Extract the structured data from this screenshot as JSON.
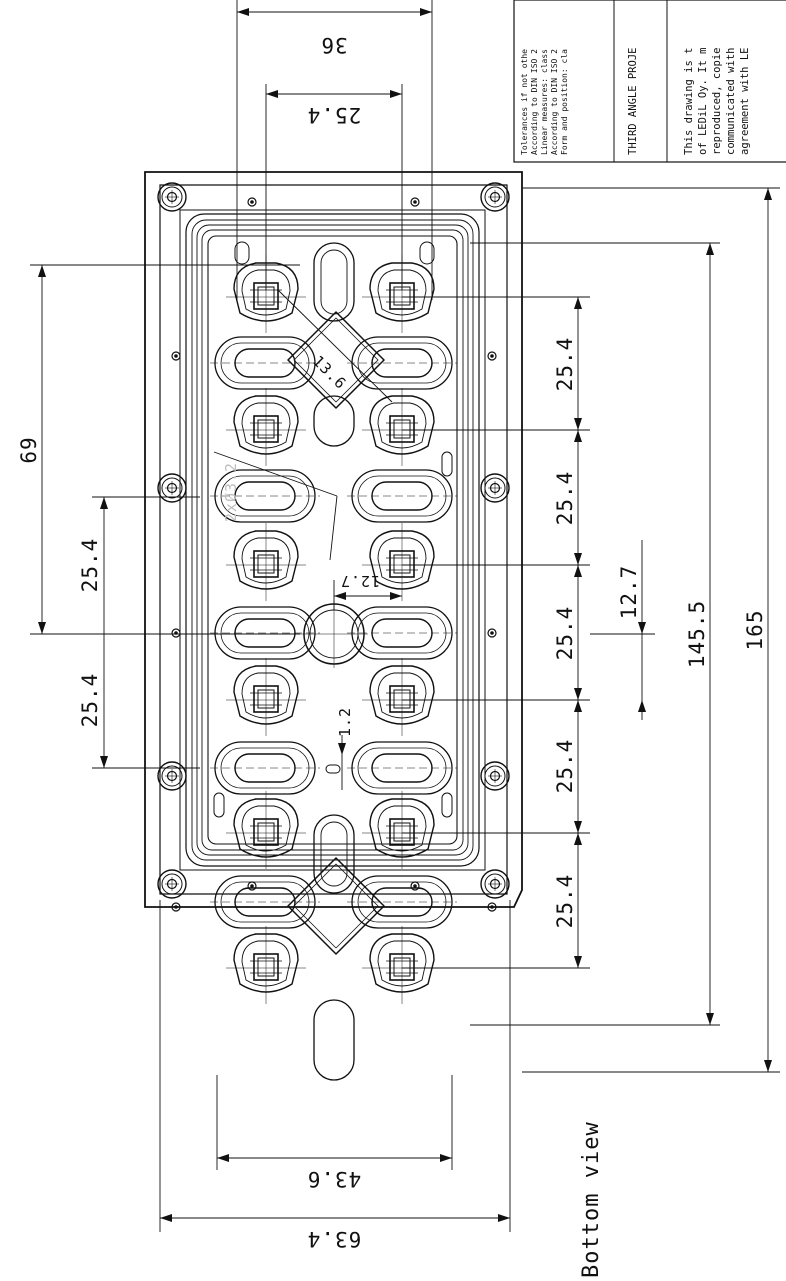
{
  "view_label": "Bottom view",
  "title_block": {
    "tolerances": [
      "Tolerances if not othe",
      "According to DIN ISO 2",
      "Linear measures: class",
      "According to DIN ISO 2",
      "Form and position: cla"
    ],
    "projection": "THIRD ANGLE PROJE",
    "notice": [
      "This drawing is t",
      "of LEDiL Oy. It m",
      "reproduced, copie",
      "communicated with",
      "agreement with LE"
    ]
  },
  "dimensions": {
    "top_outer": "36",
    "top_inner": "25.4",
    "pitch_1": "25.4",
    "pitch_2": "25.4",
    "pitch_3": "25.4",
    "pitch_4": "25.4",
    "pitch_5": "25.4",
    "half_pitch": "12.7",
    "inner_length": "145.5",
    "overall_length": "165",
    "left_span": "69",
    "left_pitch_1": "25.4",
    "left_pitch_2": "25.4",
    "bottom_inner": "43.6",
    "bottom_outer": "63.4",
    "center_offset": "12.7",
    "diag": "13.6",
    "hole": "2xØ3.2",
    "slot": "1.2"
  }
}
